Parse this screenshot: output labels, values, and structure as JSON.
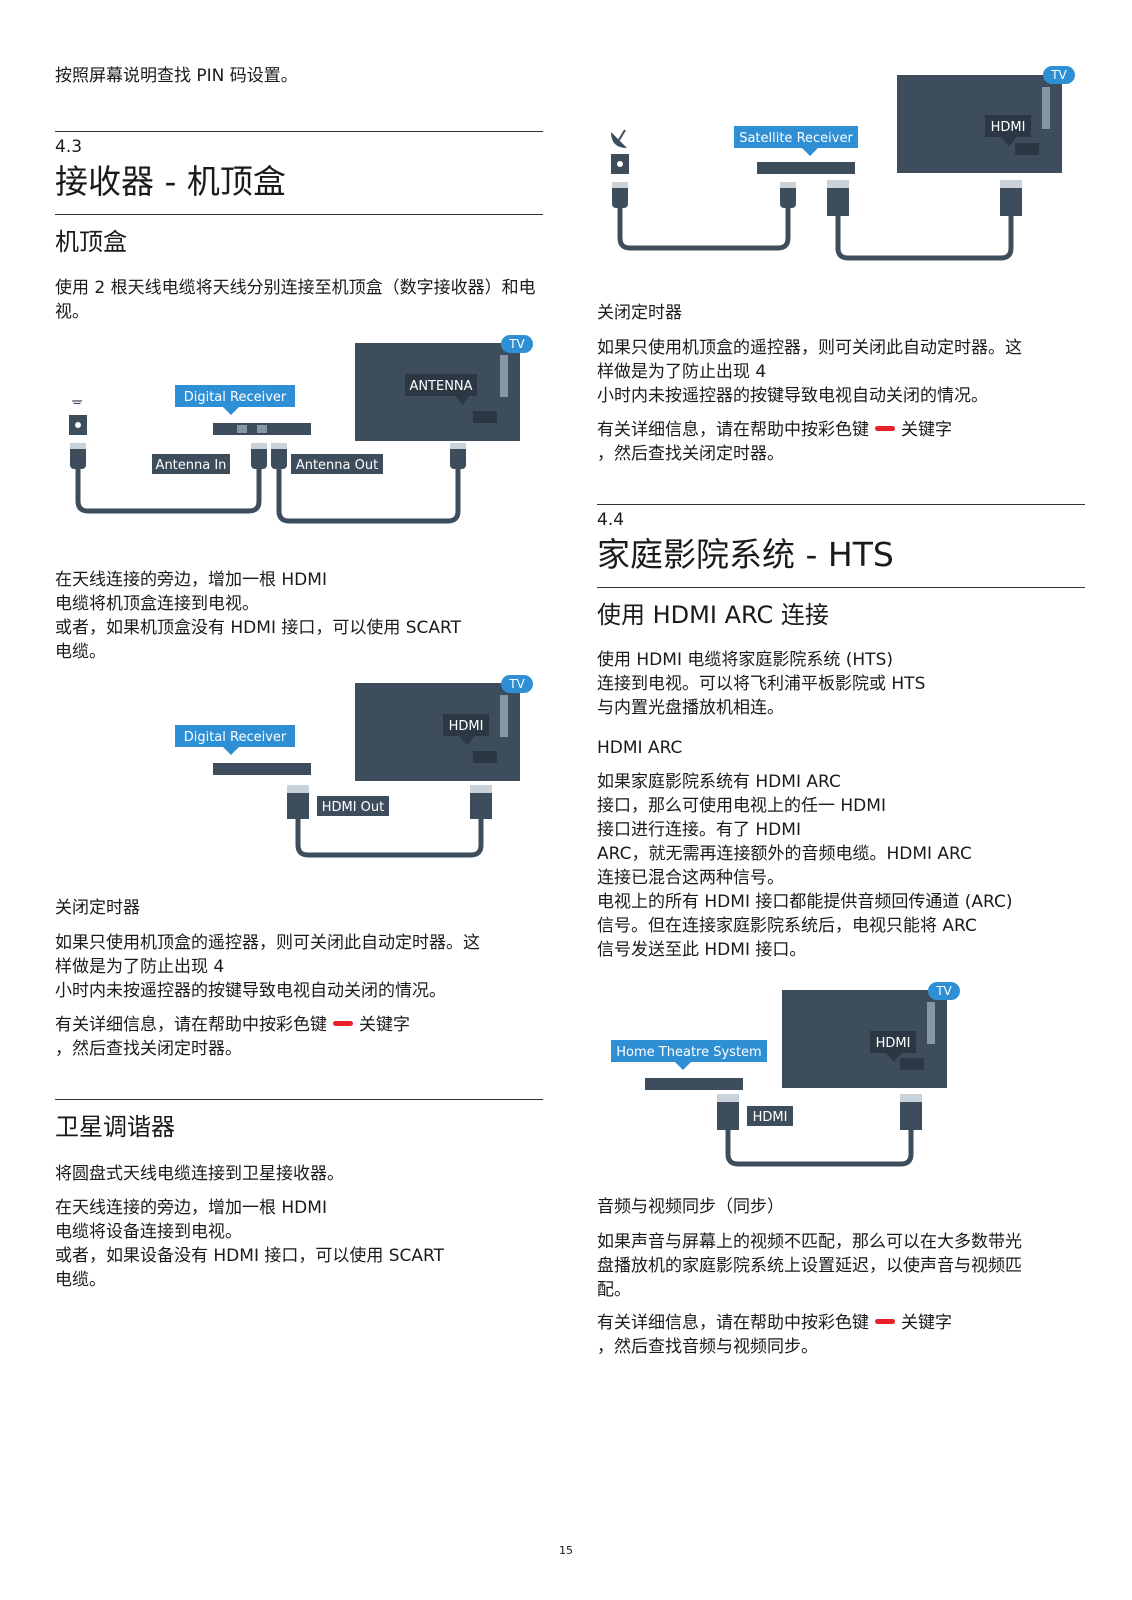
{
  "left": {
    "intro_pin": "按照屏幕说明查找 PIN 码设置。",
    "section_number": "4.3",
    "section_title": "接收器 - 机顶盒",
    "stb_heading": "机顶盒",
    "stb_para1": "使用 2 根天线电缆将天线分别连接至机顶盒（数字接收器）和电视。",
    "diagram1": {
      "tv": "TV",
      "receiver": "Digital Receiver",
      "antenna": "ANTENNA",
      "antenna_in": "Antenna In",
      "antenna_out": "Antenna Out"
    },
    "stb_para2_l1": "在天线连接的旁边，增加一根 HDMI",
    "stb_para2_l2": "电缆将机顶盒连接到电视。",
    "stb_para2_l3": "或者，如果机顶盒没有 HDMI 接口，可以使用 SCART",
    "stb_para2_l4": "电缆。",
    "diagram2": {
      "tv": "TV",
      "receiver": "Digital Receiver",
      "hdmi": "HDMI",
      "hdmi_out": "HDMI Out"
    },
    "off_timer_heading": "关闭定时器",
    "off_timer_l1": "如果只使用机顶盒的遥控器，则可关闭此自动定时器。这",
    "off_timer_l2": "样做是为了防止出现 4",
    "off_timer_l3": "小时内未按遥控器的按键导致电视自动关闭的情况。",
    "help_l1a": "有关详细信息，请在帮助中按彩色键",
    "help_l1b": "关键字",
    "help_l2": "，然后查找关闭定时器。",
    "sat_heading": "卫星调谐器",
    "sat_para1": "将圆盘式天线电缆连接到卫星接收器。",
    "sat_para2_l1": "在天线连接的旁边，增加一根 HDMI",
    "sat_para2_l2": "电缆将设备连接到电视。",
    "sat_para2_l3": "或者，如果设备没有 HDMI 接口，可以使用 SCART",
    "sat_para2_l4": "电缆。"
  },
  "right": {
    "diagram3": {
      "tv": "TV",
      "receiver": "Satellite Receiver",
      "hdmi": "HDMI"
    },
    "off_timer_heading": "关闭定时器",
    "off_timer_l1": "如果只使用机顶盒的遥控器，则可关闭此自动定时器。这",
    "off_timer_l2": "样做是为了防止出现 4",
    "off_timer_l3": "小时内未按遥控器的按键导致电视自动关闭的情况。",
    "help_l1a": "有关详细信息，请在帮助中按彩色键",
    "help_l1b": "关键字",
    "help_l2": "，然后查找关闭定时器。",
    "section_number": "4.4",
    "section_title": "家庭影院系统 - HTS",
    "arc_heading": "使用 HDMI ARC 连接",
    "arc_intro_l1": "使用 HDMI 电缆将家庭影院系统 (HTS)",
    "arc_intro_l2": "连接到电视。可以将飞利浦平板影院或 HTS",
    "arc_intro_l3": "与内置光盘播放机相连。",
    "hdmi_arc_heading": "HDMI ARC",
    "arc_p_l1": "如果家庭影院系统有 HDMI ARC",
    "arc_p_l2": "接口，那么可使用电视上的任一 HDMI",
    "arc_p_l3": "接口进行连接。有了 HDMI",
    "arc_p_l4": "ARC，就无需再连接额外的音频电缆。HDMI ARC",
    "arc_p_l5": "连接已混合这两种信号。",
    "arc_p_l6": "电视上的所有 HDMI 接口都能提供音频回传通道 (ARC)",
    "arc_p_l7": "信号。但在连接家庭影院系统后，电视只能将 ARC",
    "arc_p_l8": "信号发送至此 HDMI 接口。",
    "diagram4": {
      "tv": "TV",
      "receiver": "Home Theatre System",
      "hdmi": "HDMI",
      "hdmi_cable": "HDMI"
    },
    "sync_heading": "音频与视频同步（同步）",
    "sync_l1": "如果声音与屏幕上的视频不匹配，那么可以在大多数带光",
    "sync_l2": "盘播放机的家庭影院系统上设置延迟，以使声音与视频匹",
    "sync_l3": "配。",
    "help2_l1a": "有关详细信息，请在帮助中按彩色键",
    "help2_l1b": "关键字",
    "help2_l2": "，然后查找音频与视频同步。"
  },
  "page_number": "15",
  "colors": {
    "diagram_dark": "#3d4d5c",
    "label_blue": "#2f8fd5",
    "red_key": "#e8202a"
  }
}
